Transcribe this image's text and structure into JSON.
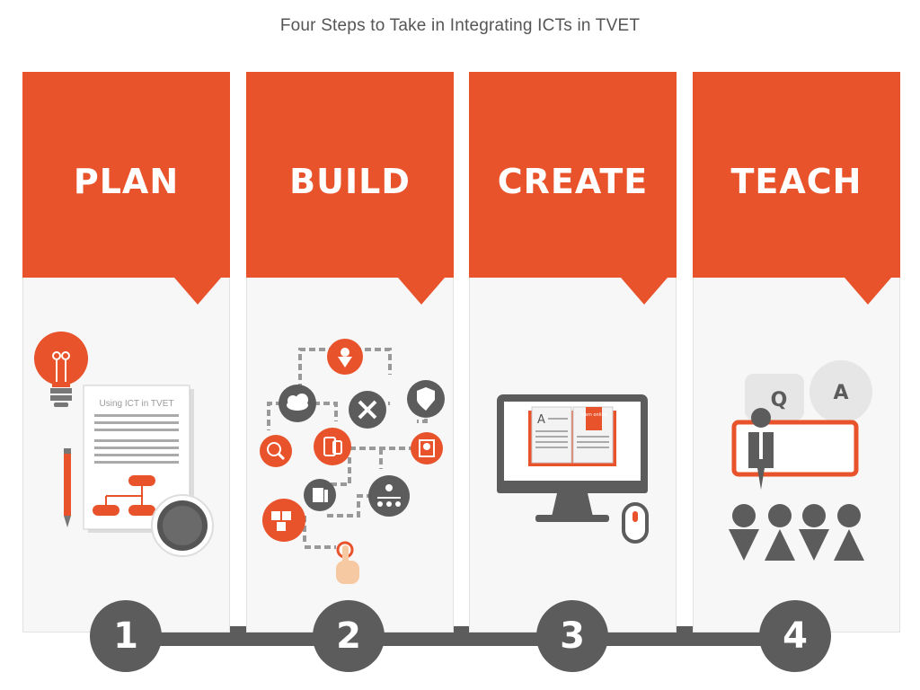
{
  "title": "Four Steps to Take in Integrating ICTs in TVET",
  "steps": [
    {
      "label": "PLAN",
      "number": "1",
      "doc_title": "Using ICT in TVET"
    },
    {
      "label": "BUILD",
      "number": "2"
    },
    {
      "label": "CREATE",
      "number": "3",
      "book_tag": "learn online"
    },
    {
      "label": "TEACH",
      "number": "4",
      "bubble_q": "Q",
      "bubble_a": "A"
    }
  ],
  "colors": {
    "accent": "#e8532b",
    "dark": "#5c5c5c",
    "panel": "#f7f7f7"
  }
}
